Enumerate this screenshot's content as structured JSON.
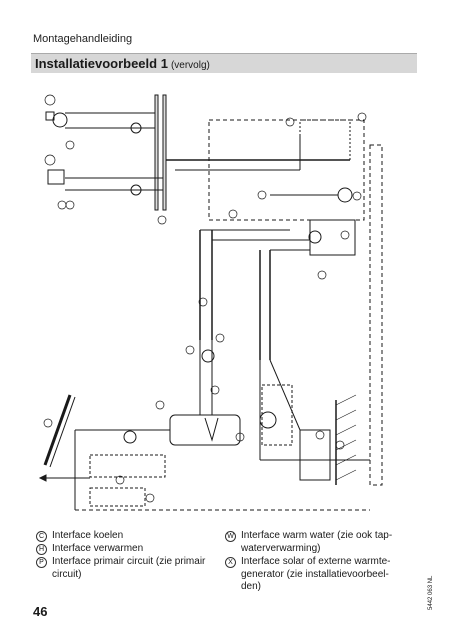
{
  "header": {
    "running_title": "Montagehandleiding"
  },
  "title": {
    "main": "Installatievoorbeeld 1",
    "sub": "(vervolg)"
  },
  "legend_left": [
    {
      "letter": "C",
      "text": "Interface koelen"
    },
    {
      "letter": "H",
      "text": "Interface verwarmen"
    },
    {
      "letter": "P",
      "text": "Interface primair circuit (zie primair circuit)"
    }
  ],
  "legend_right": [
    {
      "letter": "W",
      "text": "Interface warm water (zie ook tap-waterverwarming)"
    },
    {
      "letter": "X",
      "text": "Interface solar of externe warmte-generator (zie installatievoorbeel-den)"
    }
  ],
  "page_number": "46",
  "doc_code": "5442 063 NL"
}
